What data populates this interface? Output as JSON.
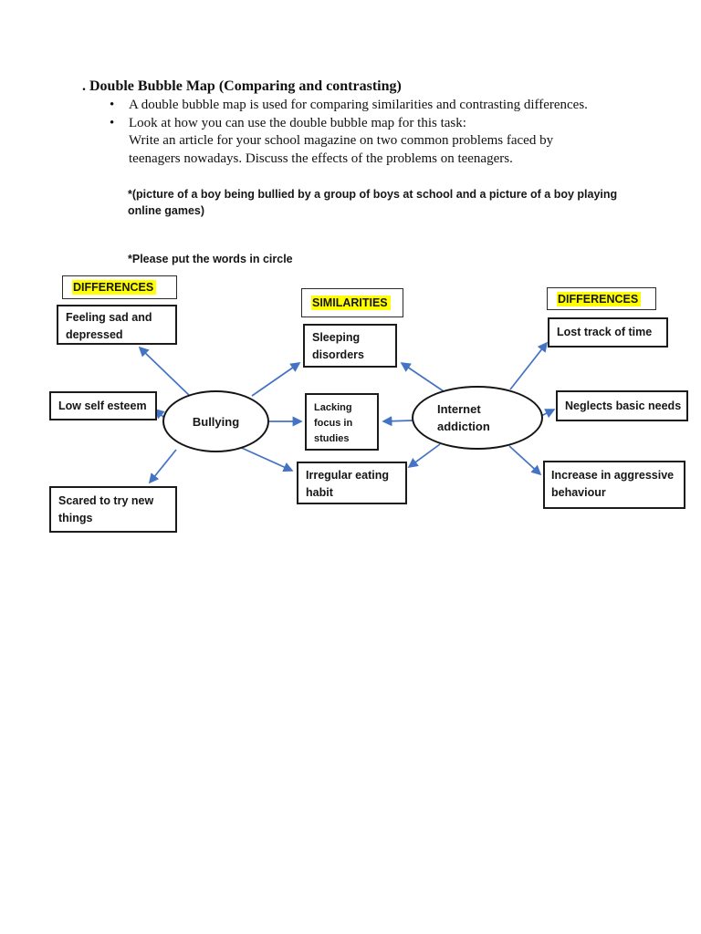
{
  "document": {
    "title": ". Double Bubble Map (Comparing and contrasting)",
    "bullet_items": [
      "A double bubble map is used for comparing similarities and contrasting differences.",
      "Look at how you can use the double bubble map for this task:"
    ],
    "task_lines": [
      "Write an article for your school magazine on two common problems faced by",
      "teenagers nowadays. Discuss the effects of the problems on teenagers."
    ],
    "picture_note_lines": [
      "*(picture of a boy being bullied by a group of boys at school and a picture of a boy playing",
      "online games)"
    ],
    "circle_note": "*Please put the words in circle"
  },
  "diagram": {
    "colors": {
      "arrow": "#4472C4",
      "highlight": "#FFFF00",
      "box_border": "#1B1B1B"
    },
    "labels": {
      "differences_left": "DIFFERENCES",
      "similarities": "SIMILARITIES",
      "differences_right": "DIFFERENCES"
    },
    "nodes": {
      "bullying": "Bullying",
      "internet": "Internet addiction"
    },
    "boxes": {
      "feeling_sad": "Feeling sad and depressed",
      "low_self_esteem": "Low self esteem",
      "scared": "Scared to try new things",
      "sleeping": "Sleeping disorders",
      "lacking": "Lacking focus in studies",
      "irregular": "Irregular eating habit",
      "lost_track": "Lost track of time",
      "neglects": "Neglects basic needs",
      "increase": "Increase in aggressive behaviour"
    },
    "arrows": [
      {
        "from": "bullying",
        "to": "feeling_sad"
      },
      {
        "from": "bullying",
        "to": "low_self_esteem"
      },
      {
        "from": "bullying",
        "to": "scared"
      },
      {
        "from": "bullying",
        "to": "sleeping"
      },
      {
        "from": "bullying",
        "to": "lacking"
      },
      {
        "from": "bullying",
        "to": "irregular"
      },
      {
        "from": "internet",
        "to": "sleeping"
      },
      {
        "from": "internet",
        "to": "lacking"
      },
      {
        "from": "internet",
        "to": "irregular"
      },
      {
        "from": "internet",
        "to": "lost_track"
      },
      {
        "from": "internet",
        "to": "neglects"
      },
      {
        "from": "internet",
        "to": "increase"
      }
    ]
  }
}
